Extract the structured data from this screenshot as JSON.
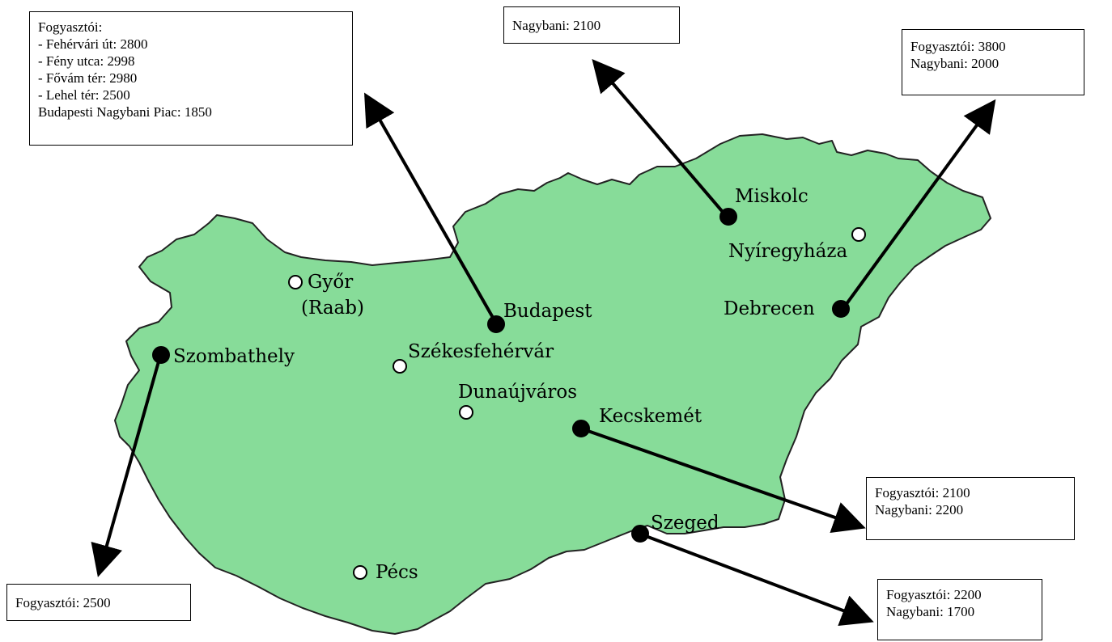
{
  "colors": {
    "land": "#87dc99",
    "border": "#222222",
    "marker_major": "#000000",
    "marker_minor": "#ffffff"
  },
  "cities": {
    "miskolc": "Miskolc",
    "nyiregyhaza": "Nyíregyháza",
    "gyor": "Győr",
    "gyor_alt": "(Raab)",
    "budapest": "Budapest",
    "debrecen": "Debrecen",
    "szombathely": "Szombathely",
    "szekesfehervar": "Székesfehérvár",
    "dunaujvaros": "Dunaújváros",
    "kecskemet": "Kecskemét",
    "szeged": "Szeged",
    "pecs": "Pécs"
  },
  "boxes": {
    "budapest": {
      "lines": [
        "Fogyasztói:",
        "- Fehérvári út: 2800",
        "- Fény utca: 2998",
        "- Fővám tér:  2980",
        "- Lehel tér: 2500",
        "Budapesti Nagybani Piac: 1850"
      ]
    },
    "miskolc": {
      "lines": [
        "Nagybani: 2100"
      ]
    },
    "debrecen": {
      "lines": [
        "Fogyasztói: 3800",
        "Nagybani:  2000"
      ]
    },
    "kecskemet": {
      "lines": [
        "Fogyasztói: 2100",
        "Nagybani:  2200"
      ]
    },
    "szeged": {
      "lines": [
        "Fogyasztói:  2200",
        "Nagybani:  1700"
      ]
    },
    "szombathely": {
      "lines": [
        "Fogyasztói: 2500"
      ]
    }
  }
}
